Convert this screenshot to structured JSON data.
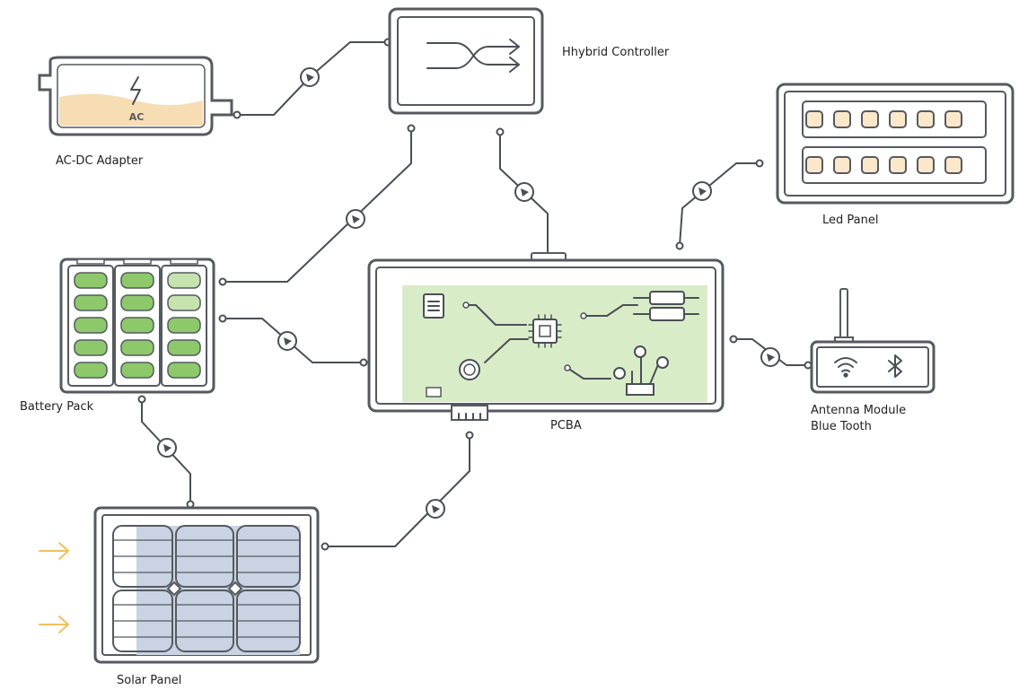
{
  "labels": {
    "ac_dc_adapter": "AC-DC Adapter",
    "ac_text": "AC",
    "hybrid_controller": "Hhybrid Controller",
    "led_panel": "Led Panel",
    "battery_pack": "Battery Pack",
    "pcba": "PCBA",
    "antenna_line1": "Antenna Module",
    "antenna_line2": "Blue Tooth",
    "solar_panel": "Solar Panel"
  },
  "colors": {
    "outline": "#555a60",
    "wire": "#4a4f55",
    "battery_cell": "#8dc96a",
    "battery_cell_light": "#c5e3ad",
    "pcb_fill": "#d9ecc8",
    "led_cell": "#fbe7c9",
    "ac_fill": "#f6ddb4",
    "solar_fill": "#c9d3e3",
    "sun_arrow": "#f0c060"
  },
  "icons": {
    "flow_node": "triangle-node-icon",
    "bolt": "lightning-bolt-icon",
    "wifi": "wifi-icon",
    "bluetooth": "bluetooth-icon",
    "chip": "chip-icon",
    "switch": "crossover-arrows-icon"
  }
}
